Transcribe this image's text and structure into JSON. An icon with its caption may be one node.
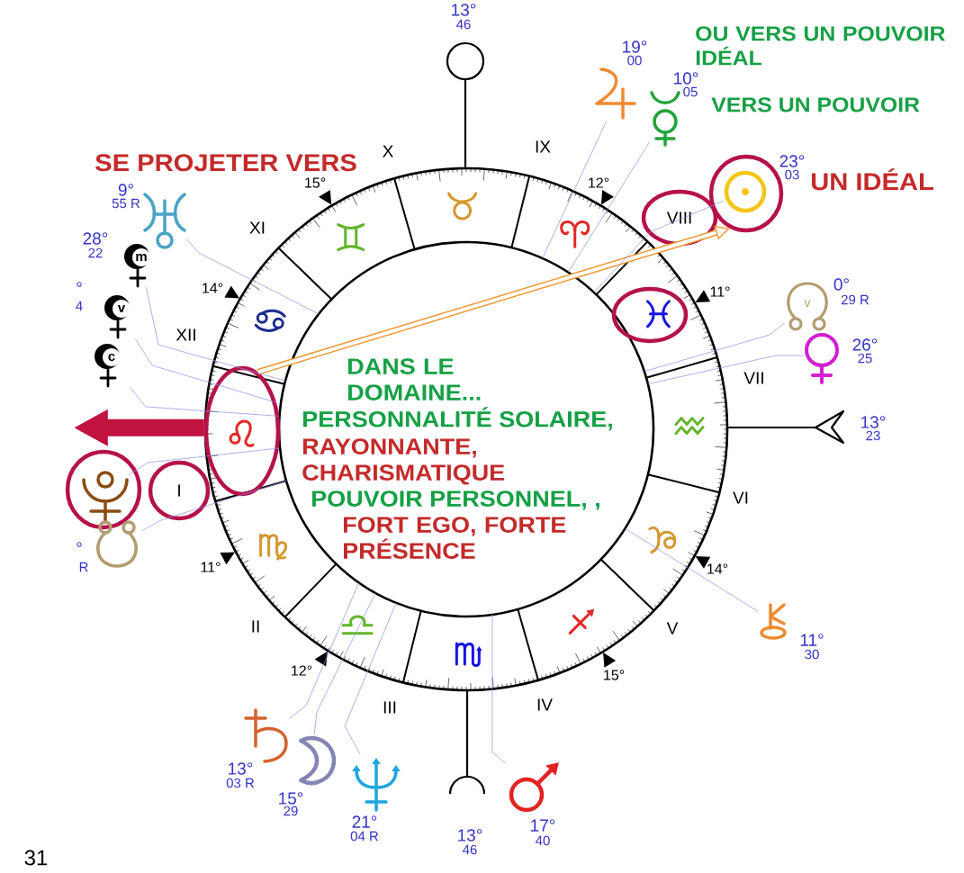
{
  "diagram": {
    "nodes": [
      {
        "text": [],
        "shape": "picture",
        "beside": [
          "19°",
          "00"
        ]
      },
      {
        "text": [],
        "shape": "picture",
        "beside": [
          "10°",
          "05"
        ]
      },
      {
        "text": [],
        "shape": "ellipse"
      },
      {
        "text": [],
        "shape": "picture",
        "in": 2,
        "beside": [
          "23°",
          "03"
        ]
      },
      {
        "text": [],
        "shape": "picture",
        "beside": [
          "9°",
          "55 R"
        ]
      },
      {
        "text": [
          "VIII"
        ]
      },
      {
        "text": [
          "m"
        ],
        "beside": [
          "28°",
          "22"
        ]
      },
      {
        "text": [],
        "shape": "ellipse"
      },
      {
        "text": [
          "v"
        ],
        "beside": [
          "0°",
          "29 R"
        ]
      },
      {
        "text": [
          "v"
        ],
        "beside": [
          "°",
          "4"
        ]
      },
      {
        "text": [],
        "shape": "picture",
        "beside": [
          "26°",
          "25"
        ]
      },
      {
        "text": [
          "c"
        ]
      },
      {
        "text": [],
        "shape": "ellipse"
      },
      {
        "text": [],
        "shape": "ellipse"
      },
      {
        "text": [],
        "shape": "picture",
        "in": 13
      },
      {
        "text": [
          "I"
        ]
      },
      {
        "text": [],
        "shape": "picture",
        "beside": [
          "°",
          "R"
        ]
      },
      {
        "text": [],
        "shape": "picture",
        "beside": [
          "11°",
          "30"
        ]
      },
      {
        "text": [],
        "shape": "picture",
        "beside": [
          "13°",
          "03 R"
        ]
      },
      {
        "text": [],
        "shape": "picture",
        "beside": [
          "15°",
          "29"
        ]
      },
      {
        "text": [],
        "shape": "picture",
        "beside": [
          "21°",
          "04 R"
        ]
      },
      {
        "text": [],
        "shape": "picture",
        "beside": [
          "17°",
          "40"
        ]
      }
    ],
    "edges": [
      {
        "from": 12,
        "to": 2,
        "arrow": "to",
        "style": "thick",
        "color": "#f0962e"
      },
      {
        "from": 12,
        "to": null,
        "arrow": "to",
        "style": "thick",
        "color": "#c2123f"
      },
      {
        "from": 0,
        "to": null,
        "arrow": "none"
      },
      {
        "from": 1,
        "to": null,
        "arrow": "none"
      },
      {
        "from": 3,
        "to": null,
        "arrow": "none"
      },
      {
        "from": 4,
        "to": null,
        "arrow": "none"
      },
      {
        "from": 6,
        "to": null,
        "arrow": "none"
      },
      {
        "from": 8,
        "to": null,
        "arrow": "none"
      },
      {
        "from": 9,
        "to": 12,
        "arrow": "none"
      },
      {
        "from": 10,
        "to": null,
        "arrow": "none"
      },
      {
        "from": 11,
        "to": 12,
        "arrow": "none"
      },
      {
        "from": 14,
        "to": 12,
        "arrow": "none"
      },
      {
        "from": 16,
        "to": null,
        "arrow": "none"
      },
      {
        "from": 17,
        "to": null,
        "arrow": "none"
      },
      {
        "from": 18,
        "to": null,
        "arrow": "none"
      },
      {
        "from": 19,
        "to": null,
        "arrow": "none"
      },
      {
        "from": 20,
        "to": null,
        "arrow": "none"
      },
      {
        "from": 21,
        "to": null,
        "arrow": "none"
      }
    ],
    "labels": [
      "13°",
      "46",
      "OU VERS UN POUVOIR IDÉAL",
      "VERS UN POUVOIR",
      "X",
      "IX",
      "SE PROJETER VERS",
      "UN IDÉAL",
      "15°",
      "12°",
      "XI",
      "14°",
      "11°",
      "XII",
      "DANS LE DOMAINE...",
      "VII",
      "PERSONNALITÉ SOLAIRE,",
      "RAYONNANTE, CHARISMATIQUE",
      "13°",
      "23",
      "POUVOIR PERSONNEL, ,",
      "VI",
      "FORT EGO, FORTE PRÉSENCE",
      "11°",
      "14°",
      "II",
      "V",
      "12°",
      "15°",
      "III",
      "IV",
      "13°",
      "46",
      "31"
    ]
  }
}
